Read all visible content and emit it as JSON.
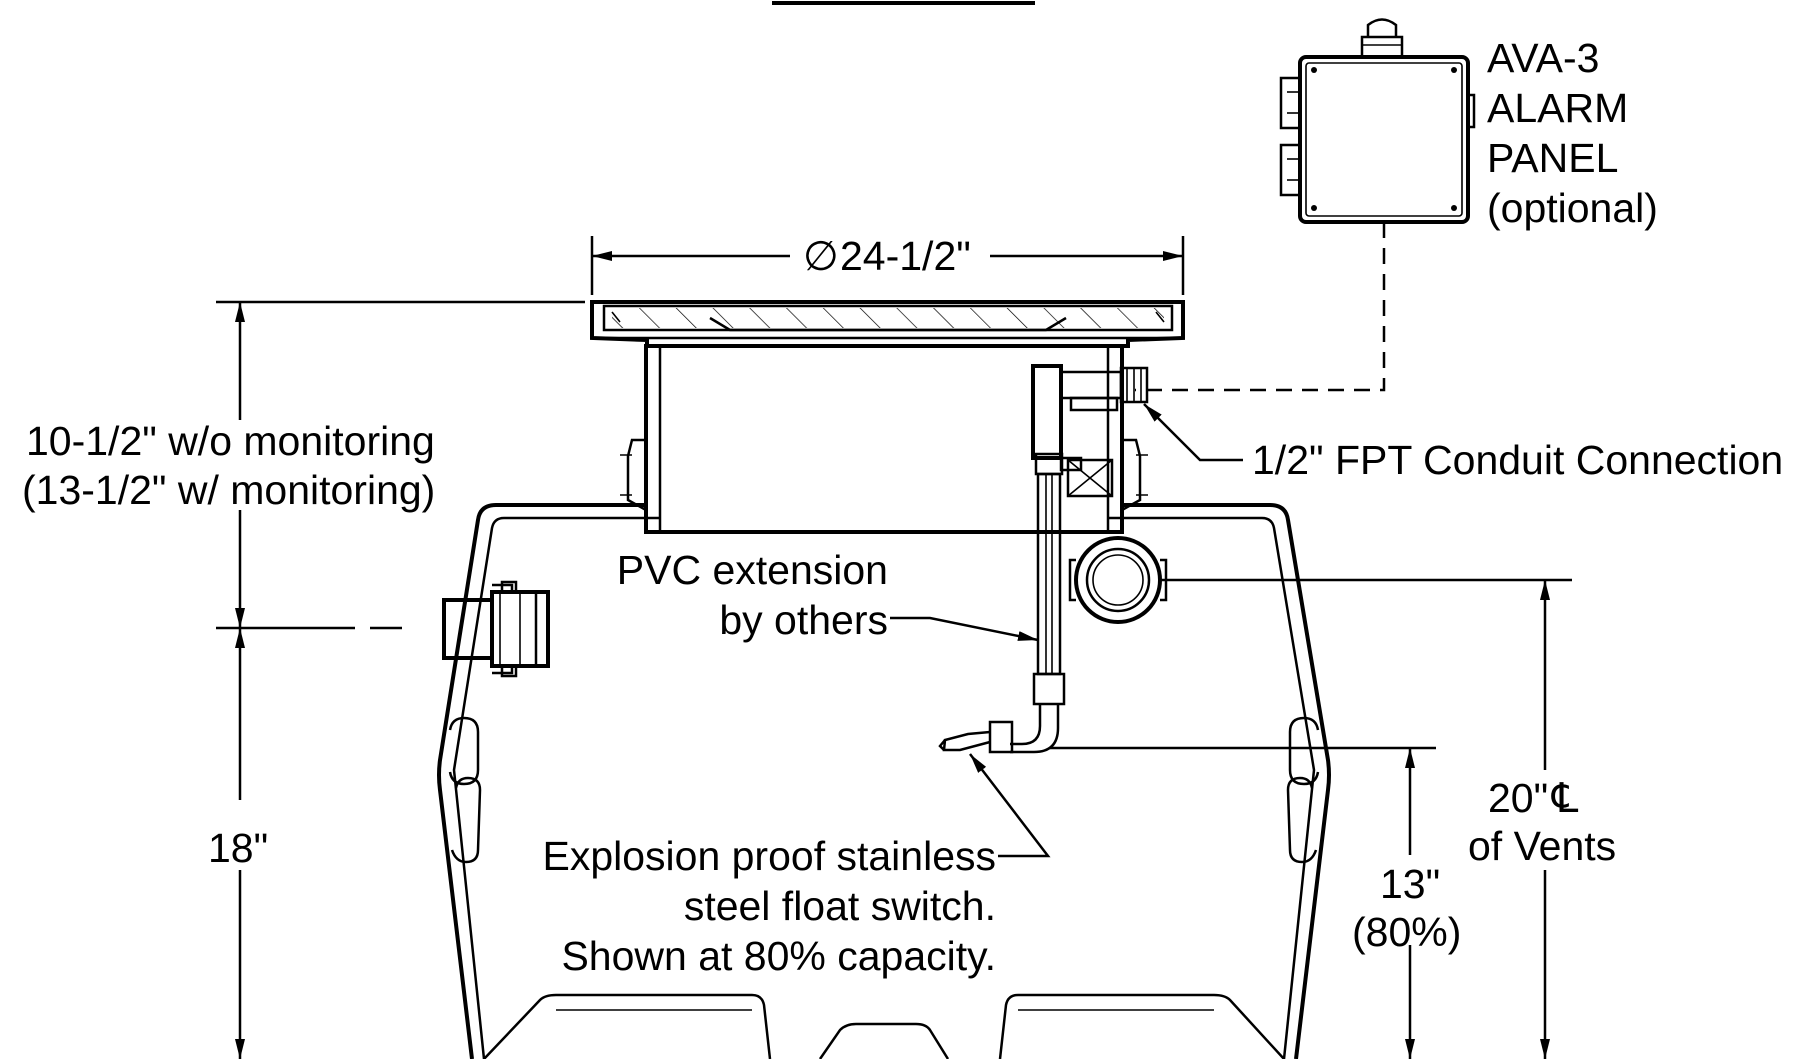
{
  "labels": {
    "panel_line1": "AVA-3",
    "panel_line2": "ALARM",
    "panel_line3": "PANEL",
    "panel_line4": "(optional)",
    "diameter_symbol": "∅",
    "diameter": "24-1/2\"",
    "height_line1": "10-1/2\" w/o monitoring",
    "height_line2": "(13-1/2\" w/ monitoring)",
    "conduit": "1/2\" FPT Conduit Connection",
    "pvc_line1": "PVC extension",
    "pvc_line2": "by others",
    "float_line1": "Explosion proof stainless",
    "float_line2": "steel float switch.",
    "float_line3": "Shown at 80% capacity.",
    "depth_18": "18\"",
    "level_13": "13\"",
    "level_13_pct": "(80%)",
    "vents_line1": "20\"",
    "vents_cl": "℄",
    "vents_line2": "of Vents"
  }
}
